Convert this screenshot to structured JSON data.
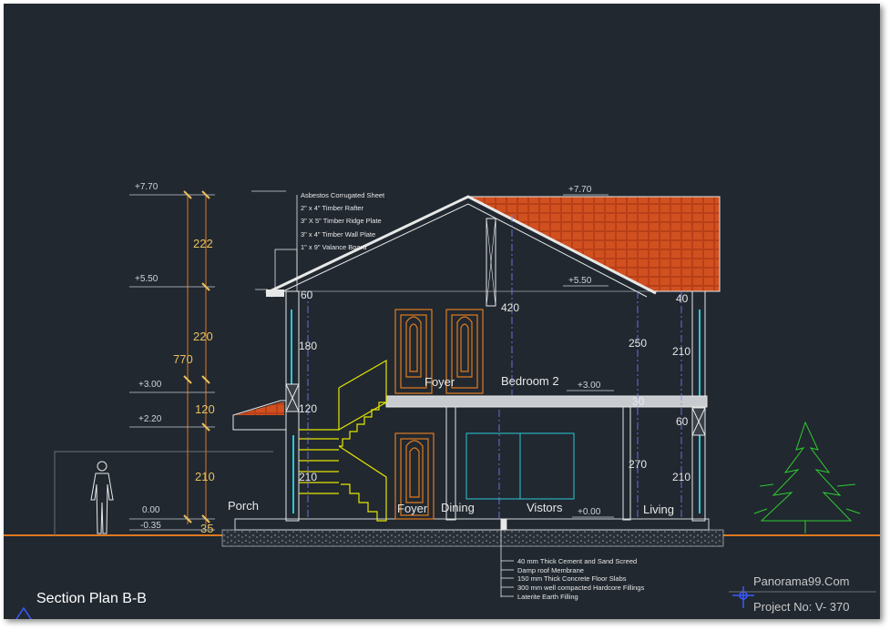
{
  "title": "Section Plan B-B",
  "watermark": {
    "site": "Panorama99.Com",
    "project": "Project No: V- 370"
  },
  "levels_left": [
    "+7.70",
    "+5.50",
    "+3.00",
    "+2.20",
    "0.00",
    "-0.35"
  ],
  "levels_right": [
    "+7.70",
    "+5.50",
    "+3.00",
    "+0.00"
  ],
  "overall_dim": "770",
  "segment_dims": [
    "222",
    "220",
    "120",
    "210",
    "35"
  ],
  "inner_dims": {
    "left_col": [
      "60",
      "180",
      "120",
      "210"
    ],
    "mid": [
      "420",
      "250",
      "30",
      "270"
    ],
    "right_col": [
      "40",
      "210",
      "60",
      "210"
    ]
  },
  "rooms": {
    "upper_foyer": "Foyer",
    "bedroom": "Bedroom 2",
    "porch": "Porch",
    "lower_foyer": "Foyer",
    "dining": "Dining",
    "visitors": "Vistors",
    "living": "Living"
  },
  "roof_notes": [
    "Asbestos Corrugated Sheet",
    "2\" x  4\" Timber Rafter",
    "3\" X 5\" Timber Ridge Plate",
    "3\" x  4\" Timber Wall Plate",
    "1\" x 9\" Valance Board"
  ],
  "floor_notes": [
    "40 mm Thick Cement and Sand Screed",
    "Damp roof Membrane",
    "150 mm Thick Concrete Floor Slabs",
    "300 mm well compacted Hardcore Fillings",
    "Laterite Earth Filling"
  ],
  "colors": {
    "background": "#212830",
    "dimension": "#e8c060",
    "roof_tile": "#c8481e",
    "door": "#e07b20",
    "stair": "#e6e600",
    "tree": "#2ecc2e",
    "cyan": "#2ac8d8",
    "ground": "#e0781e"
  }
}
